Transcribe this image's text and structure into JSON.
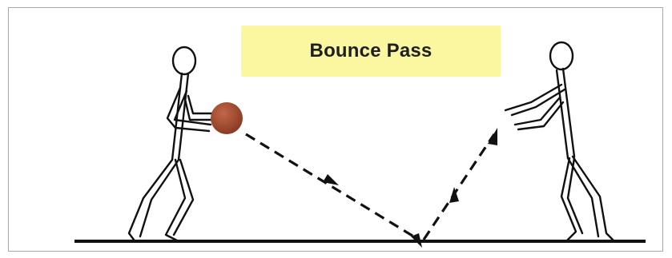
{
  "title": "Bounce Pass",
  "colors": {
    "title_background": "#fbf7a0",
    "figure_stroke": "#111111",
    "ball": "#8b3b22",
    "ball_highlight": "#c2674a",
    "path": "#111111",
    "floor": "#111111",
    "frame_border": "#a8a8a8"
  },
  "elements": {
    "passer": "stick-figure",
    "receiver": "stick-figure",
    "ball": "basketball",
    "pass_path": "dashed-arrow"
  }
}
